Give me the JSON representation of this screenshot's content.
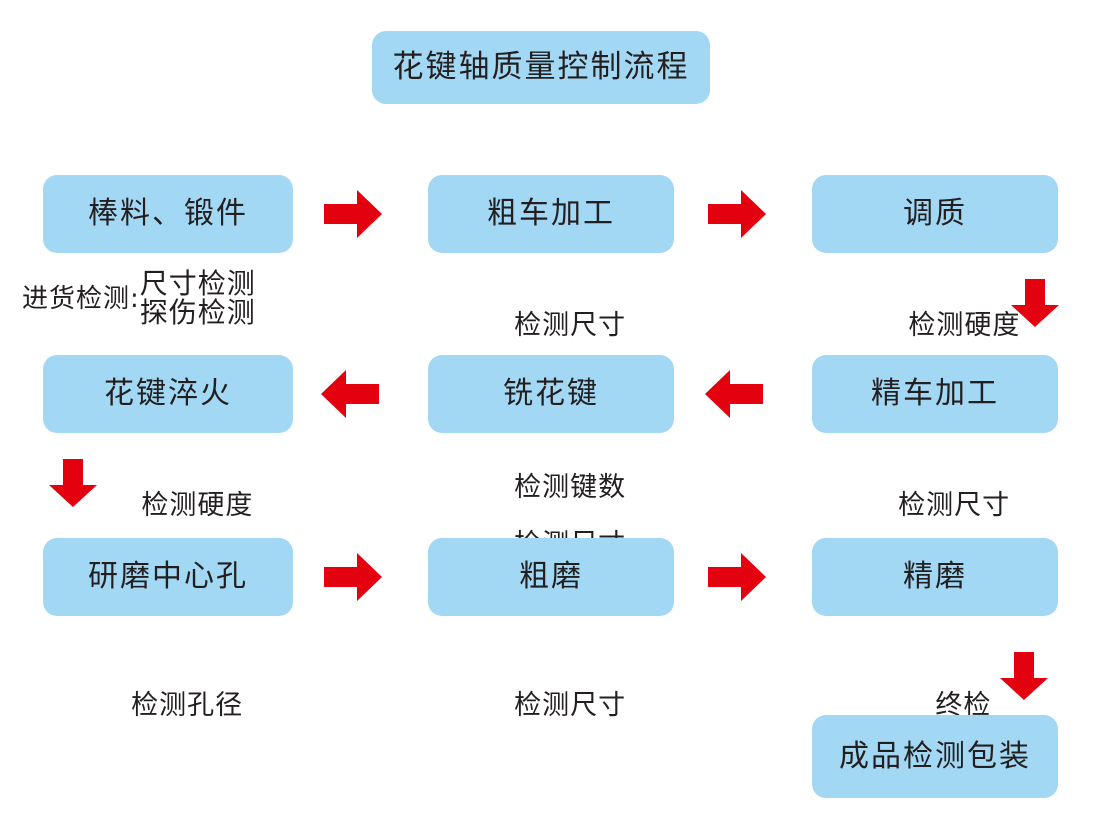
{
  "diagram": {
    "title": "花键轴质量控制流程",
    "background_color": "#ffffff",
    "node_color": "#a3d8f4",
    "arrow_color": "#e3000f",
    "text_color": "#231f20"
  },
  "nodes": [
    {
      "id": "title",
      "label": "花键轴质量控制流程"
    },
    {
      "id": "n1",
      "label": "棒料、锻件"
    },
    {
      "id": "n2",
      "label": "粗车加工"
    },
    {
      "id": "n3",
      "label": "调质"
    },
    {
      "id": "n4",
      "label": "精车加工"
    },
    {
      "id": "n5",
      "label": "铣花键"
    },
    {
      "id": "n6",
      "label": "花键淬火"
    },
    {
      "id": "n7",
      "label": "研磨中心孔"
    },
    {
      "id": "n8",
      "label": "粗磨"
    },
    {
      "id": "n9",
      "label": "精磨"
    },
    {
      "id": "n10",
      "label": "成品检测包装"
    }
  ],
  "captions": {
    "c1_lead": "进货检测:",
    "c1_line1": "尺寸检测",
    "c1_line2": "探伤检测",
    "c2": "检测尺寸",
    "c3": "检测硬度",
    "c4": "检测尺寸",
    "c5_line1": "检测键数",
    "c5_line2": "检测尺寸",
    "c6": "检测硬度",
    "c7": "检测孔径",
    "c8": "检测尺寸",
    "c9": "终检"
  },
  "arrows": [
    {
      "id": "a1",
      "direction": "right",
      "from": "棒料、锻件",
      "to": "粗车加工"
    },
    {
      "id": "a2",
      "direction": "right",
      "from": "粗车加工",
      "to": "调质"
    },
    {
      "id": "a3",
      "direction": "down",
      "from": "调质",
      "to": "精车加工"
    },
    {
      "id": "a4",
      "direction": "left",
      "from": "精车加工",
      "to": "铣花键"
    },
    {
      "id": "a5",
      "direction": "left",
      "from": "铣花键",
      "to": "花键淬火"
    },
    {
      "id": "a6",
      "direction": "down",
      "from": "花键淬火",
      "to": "研磨中心孔"
    },
    {
      "id": "a7",
      "direction": "right",
      "from": "研磨中心孔",
      "to": "粗磨"
    },
    {
      "id": "a8",
      "direction": "right",
      "from": "粗磨",
      "to": "精磨"
    },
    {
      "id": "a9",
      "direction": "down",
      "from": "精磨",
      "to": "成品检测包装"
    }
  ]
}
